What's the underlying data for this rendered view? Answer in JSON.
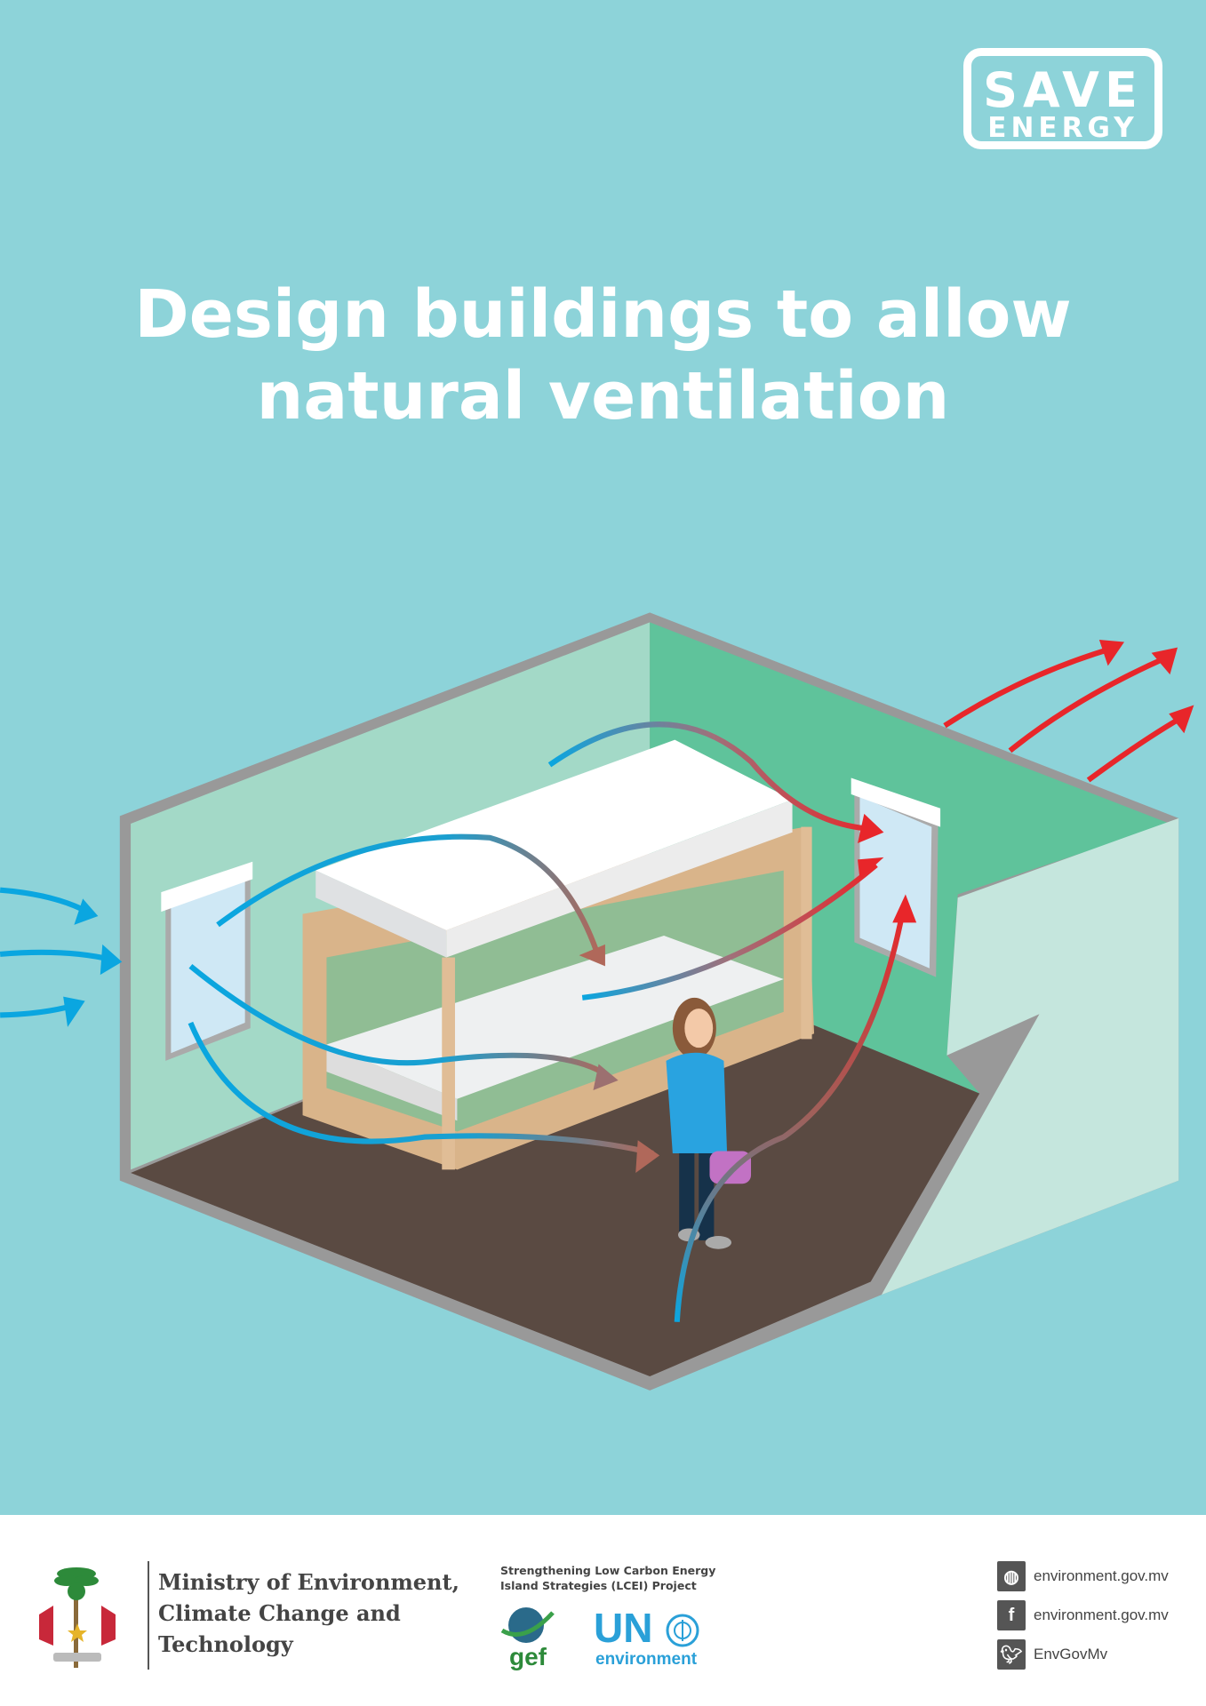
{
  "badge": {
    "line1": "SAVE",
    "line2": "ENERGY"
  },
  "title": {
    "line1": "Design buildings to allow",
    "line2": "natural ventilation"
  },
  "colors": {
    "background": "#8dd3d9",
    "cool_air": "#0aa6e0",
    "warm_air": "#e8262a",
    "floor": "#5a4a42"
  },
  "footer": {
    "ministry": {
      "line1": "Ministry of Environment,",
      "line2": "Climate Change and",
      "line3": "Technology"
    },
    "project": {
      "line1": "Strengthening Low Carbon Energy",
      "line2": "Island Strategies (LCEI) Project"
    },
    "gef_label": "gef",
    "un_label": "UN",
    "un_sub": "environment",
    "social": [
      {
        "icon": "globe-icon",
        "text": "environment.gov.mv"
      },
      {
        "icon": "facebook-icon",
        "text": "environment.gov.mv"
      },
      {
        "icon": "twitter-icon",
        "text": "EnvGovMv"
      }
    ]
  }
}
